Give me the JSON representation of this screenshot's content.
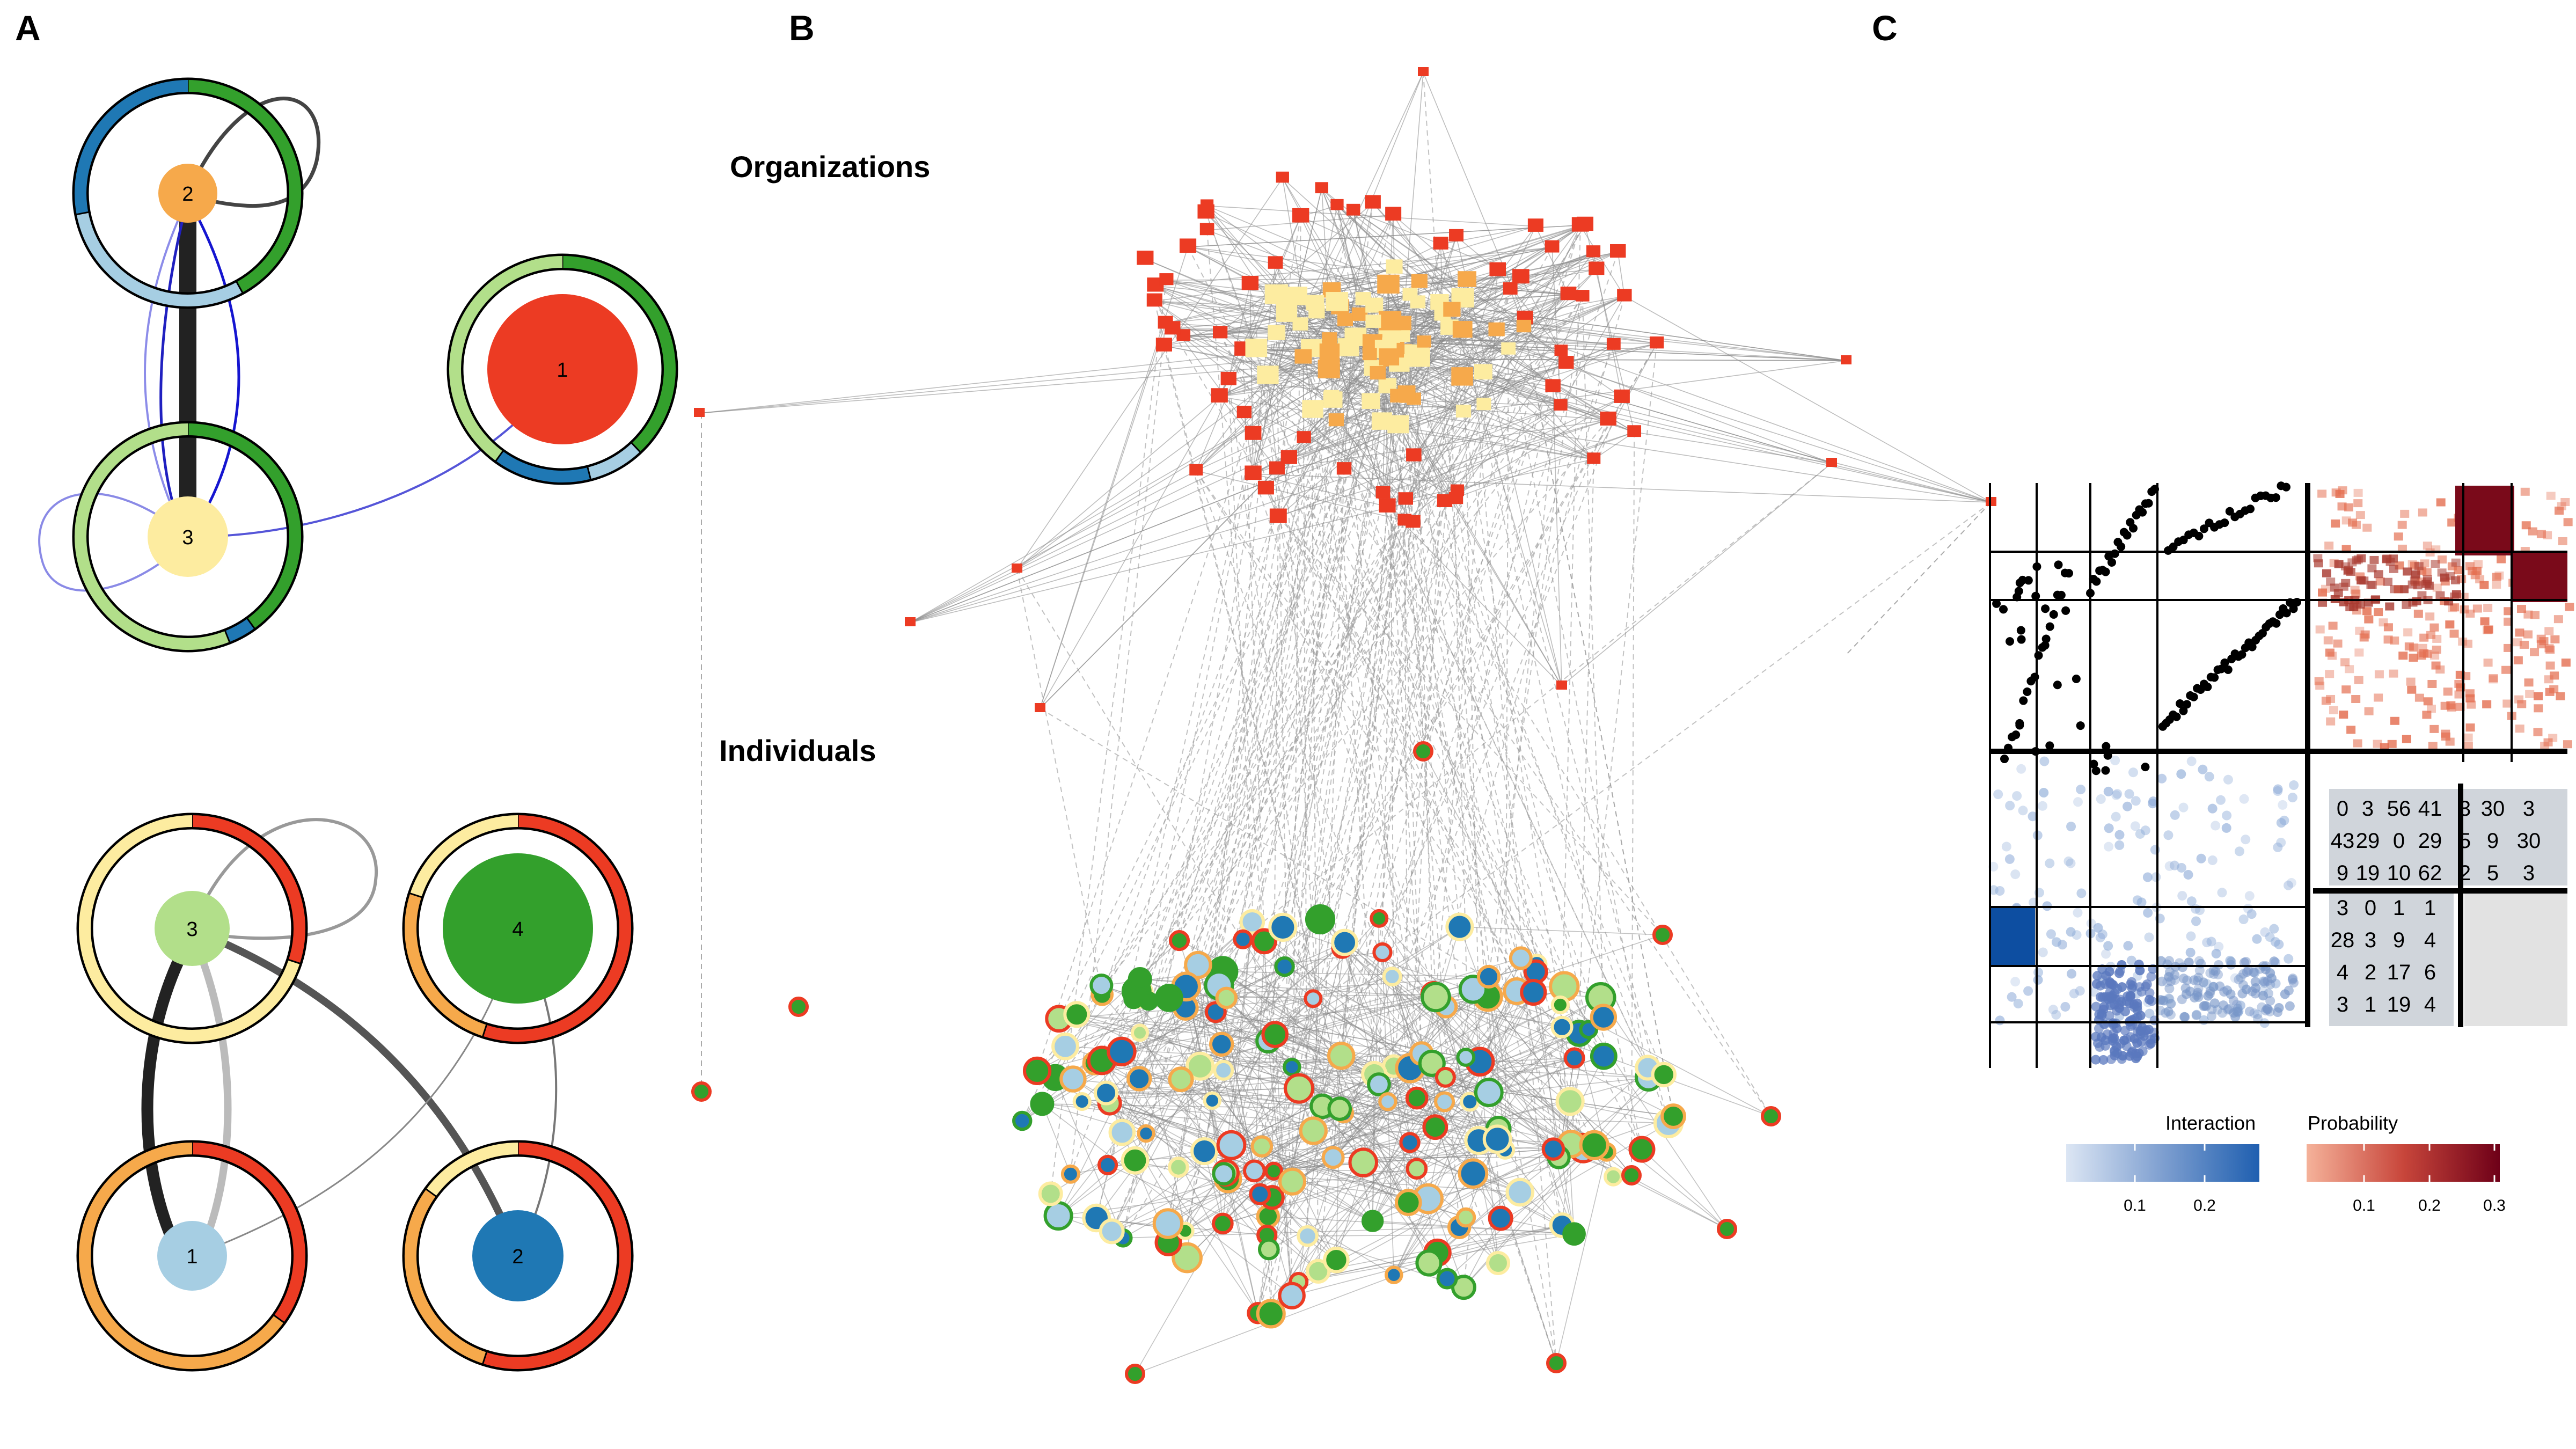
{
  "panels": {
    "a": {
      "label": "A",
      "top": {
        "nodes": [
          {
            "id": "2",
            "label": "2",
            "color": "#f6a94b",
            "inner_size": 0.15
          },
          {
            "id": "1",
            "label": "1",
            "color": "#ec3b23",
            "inner_size": 1.0
          },
          {
            "id": "3",
            "label": "3",
            "color": "#fdeca0",
            "inner_size": 0.35
          }
        ],
        "rings": {
          "2": [
            [
              "#33a02c",
              0.42
            ],
            [
              "#a6cee3",
              0.3
            ],
            [
              "#1f78b4",
              0.28
            ]
          ],
          "1": [
            [
              "#33a02c",
              0.38
            ],
            [
              "#a6cee3",
              0.08
            ],
            [
              "#1f78b4",
              0.14
            ],
            [
              "#b2df8a",
              0.4
            ]
          ],
          "3": [
            [
              "#33a02c",
              0.4
            ],
            [
              "#1f78b4",
              0.04
            ],
            [
              "#b2df8a",
              0.56
            ]
          ]
        }
      },
      "bottom": {
        "nodes": [
          {
            "id": "3",
            "label": "3",
            "color": "#b2df8a",
            "inner_size": 0.3
          },
          {
            "id": "4",
            "label": "4",
            "color": "#33a02c",
            "inner_size": 1.0
          },
          {
            "id": "1",
            "label": "1",
            "color": "#a6cee3",
            "inner_size": 0.25
          },
          {
            "id": "2",
            "label": "2",
            "color": "#1f78b4",
            "inner_size": 0.45
          }
        ],
        "rings": {
          "3": [
            [
              "#ec3b23",
              0.3
            ],
            [
              "#fdeca0",
              0.7
            ]
          ],
          "4": [
            [
              "#ec3b23",
              0.55
            ],
            [
              "#f6a94b",
              0.25
            ],
            [
              "#fdeca0",
              0.2
            ]
          ],
          "1": [
            [
              "#ec3b23",
              0.35
            ],
            [
              "#f6a94b",
              0.65
            ]
          ],
          "2": [
            [
              "#ec3b23",
              0.55
            ],
            [
              "#f6a94b",
              0.3
            ],
            [
              "#fdeca0",
              0.15
            ]
          ]
        }
      }
    },
    "b": {
      "label": "B",
      "layer_top": "Organizations",
      "layer_bottom": "Individuals",
      "org_colors": [
        "#ec3b23",
        "#f6a94b",
        "#fdeca0"
      ],
      "ind_fill_colors": [
        "#33a02c",
        "#b2df8a",
        "#1f78b4",
        "#a6cee3"
      ],
      "ind_border_colors": [
        "#ec3b23",
        "#f6a94b",
        "#fdeca0",
        "#33a02c"
      ]
    },
    "c": {
      "label": "C",
      "table": {
        "top_rows": [
          [
            "0",
            "3",
            "56",
            "41",
            "3",
            "30",
            "3"
          ],
          [
            "43",
            "29",
            "0",
            "29",
            "5",
            "9",
            "30"
          ],
          [
            "9",
            "19",
            "10",
            "62",
            "2",
            "5",
            "3"
          ]
        ],
        "bottom_rows": [
          [
            "3",
            "0",
            "1",
            "1"
          ],
          [
            "28",
            "3",
            "9",
            "4"
          ],
          [
            "4",
            "2",
            "17",
            "6"
          ],
          [
            "3",
            "1",
            "19",
            "4"
          ]
        ]
      },
      "legend_interaction": {
        "title": "Interaction",
        "ticks": [
          "0.1",
          "0.2"
        ],
        "colors": [
          "#dce6f4",
          "#1f5fb0"
        ]
      },
      "legend_probability": {
        "title": "Probability",
        "ticks": [
          "0.1",
          "0.2",
          "0.3"
        ],
        "colors": [
          "#f5b29a",
          "#6e0018"
        ]
      }
    }
  }
}
